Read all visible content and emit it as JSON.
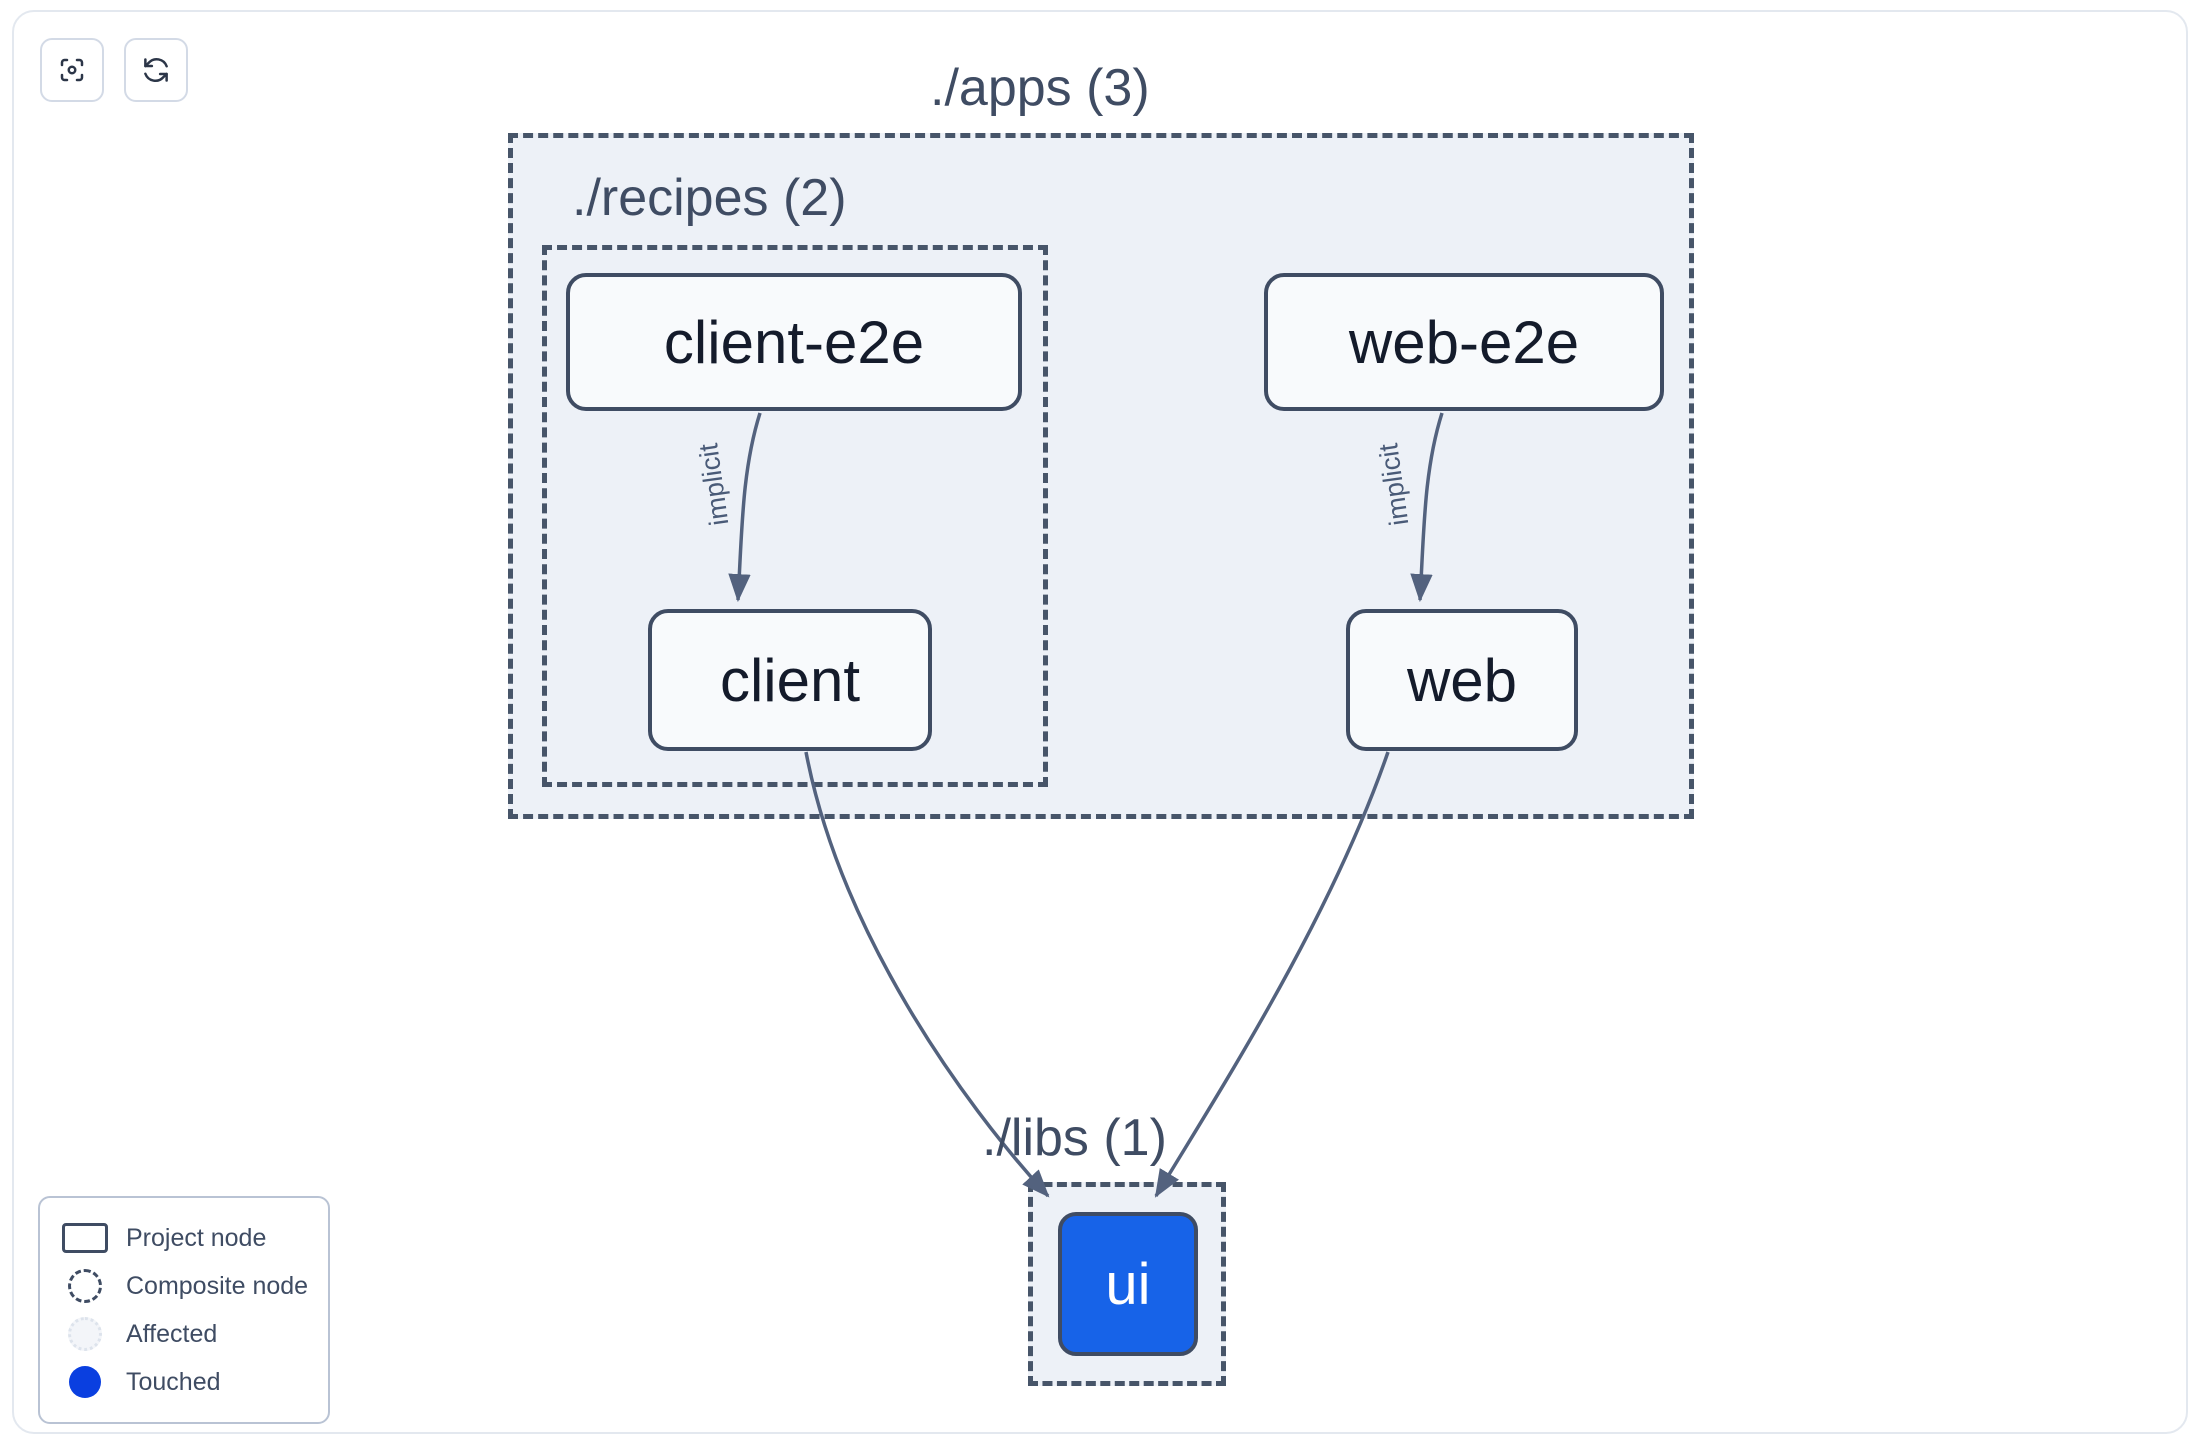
{
  "toolbar": {
    "buttons": [
      {
        "name": "focus-graph-button",
        "icon": "focus-target-icon",
        "title": "Focus graph"
      },
      {
        "name": "refresh-graph-button",
        "icon": "refresh-icon",
        "title": "Refresh graph"
      }
    ]
  },
  "graph": {
    "containers": [
      {
        "id": "apps",
        "label": "./apps (3)",
        "type": "composite"
      },
      {
        "id": "recipes",
        "label": "./recipes (2)",
        "type": "composite"
      },
      {
        "id": "libs",
        "label": "./libs (1)",
        "type": "composite"
      }
    ],
    "nodes": [
      {
        "id": "client-e2e",
        "label": "client-e2e",
        "state": "normal",
        "parent": "recipes"
      },
      {
        "id": "client",
        "label": "client",
        "state": "normal",
        "parent": "recipes"
      },
      {
        "id": "web-e2e",
        "label": "web-e2e",
        "state": "normal",
        "parent": "apps"
      },
      {
        "id": "web",
        "label": "web",
        "state": "normal",
        "parent": "apps"
      },
      {
        "id": "ui",
        "label": "ui",
        "state": "touched",
        "parent": "libs"
      }
    ],
    "edges": [
      {
        "from": "client-e2e",
        "to": "client",
        "label": "implicit"
      },
      {
        "from": "web-e2e",
        "to": "web",
        "label": "implicit"
      },
      {
        "from": "client",
        "to": "ui",
        "label": ""
      },
      {
        "from": "web",
        "to": "ui",
        "label": ""
      }
    ]
  },
  "legend": {
    "items": [
      {
        "swatch": "project-node-swatch",
        "label": "Project node"
      },
      {
        "swatch": "composite-node-swatch",
        "label": "Composite node"
      },
      {
        "swatch": "affected-swatch",
        "label": "Affected"
      },
      {
        "swatch": "touched-swatch",
        "label": "Touched"
      }
    ]
  },
  "colors": {
    "touched": "#0a3fe0",
    "node_touched_fill": "#1763e8",
    "composite_fill": "#edf1f7",
    "border_slate": "#3f4c63",
    "edge_stroke": "#4a5b78"
  }
}
